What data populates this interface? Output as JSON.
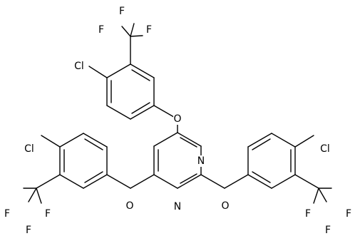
{
  "atoms": {
    "N1": "N",
    "N3": "N",
    "O_top": "O",
    "O_left": "O",
    "O_right": "O",
    "Cl_top": "Cl",
    "Cl_left": "Cl",
    "Cl_right": "Cl",
    "F_top_1": "F",
    "F_top_2": "F",
    "F_top_3": "F",
    "F_left_1": "F",
    "F_left_2": "F",
    "F_left_3": "F",
    "F_right_1": "F",
    "F_right_2": "F",
    "F_right_3": "F"
  }
}
